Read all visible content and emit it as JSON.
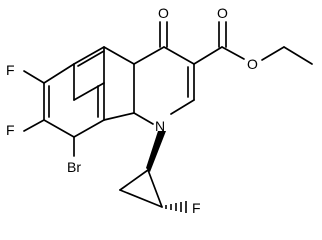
{
  "structure": {
    "atoms": {
      "o_ketone": "O",
      "o_carbonyl": "O",
      "o_ester": "O",
      "f6": "F",
      "f7": "F",
      "br8": "Br",
      "n1": "N",
      "f_cyclopropyl": "F"
    }
  }
}
